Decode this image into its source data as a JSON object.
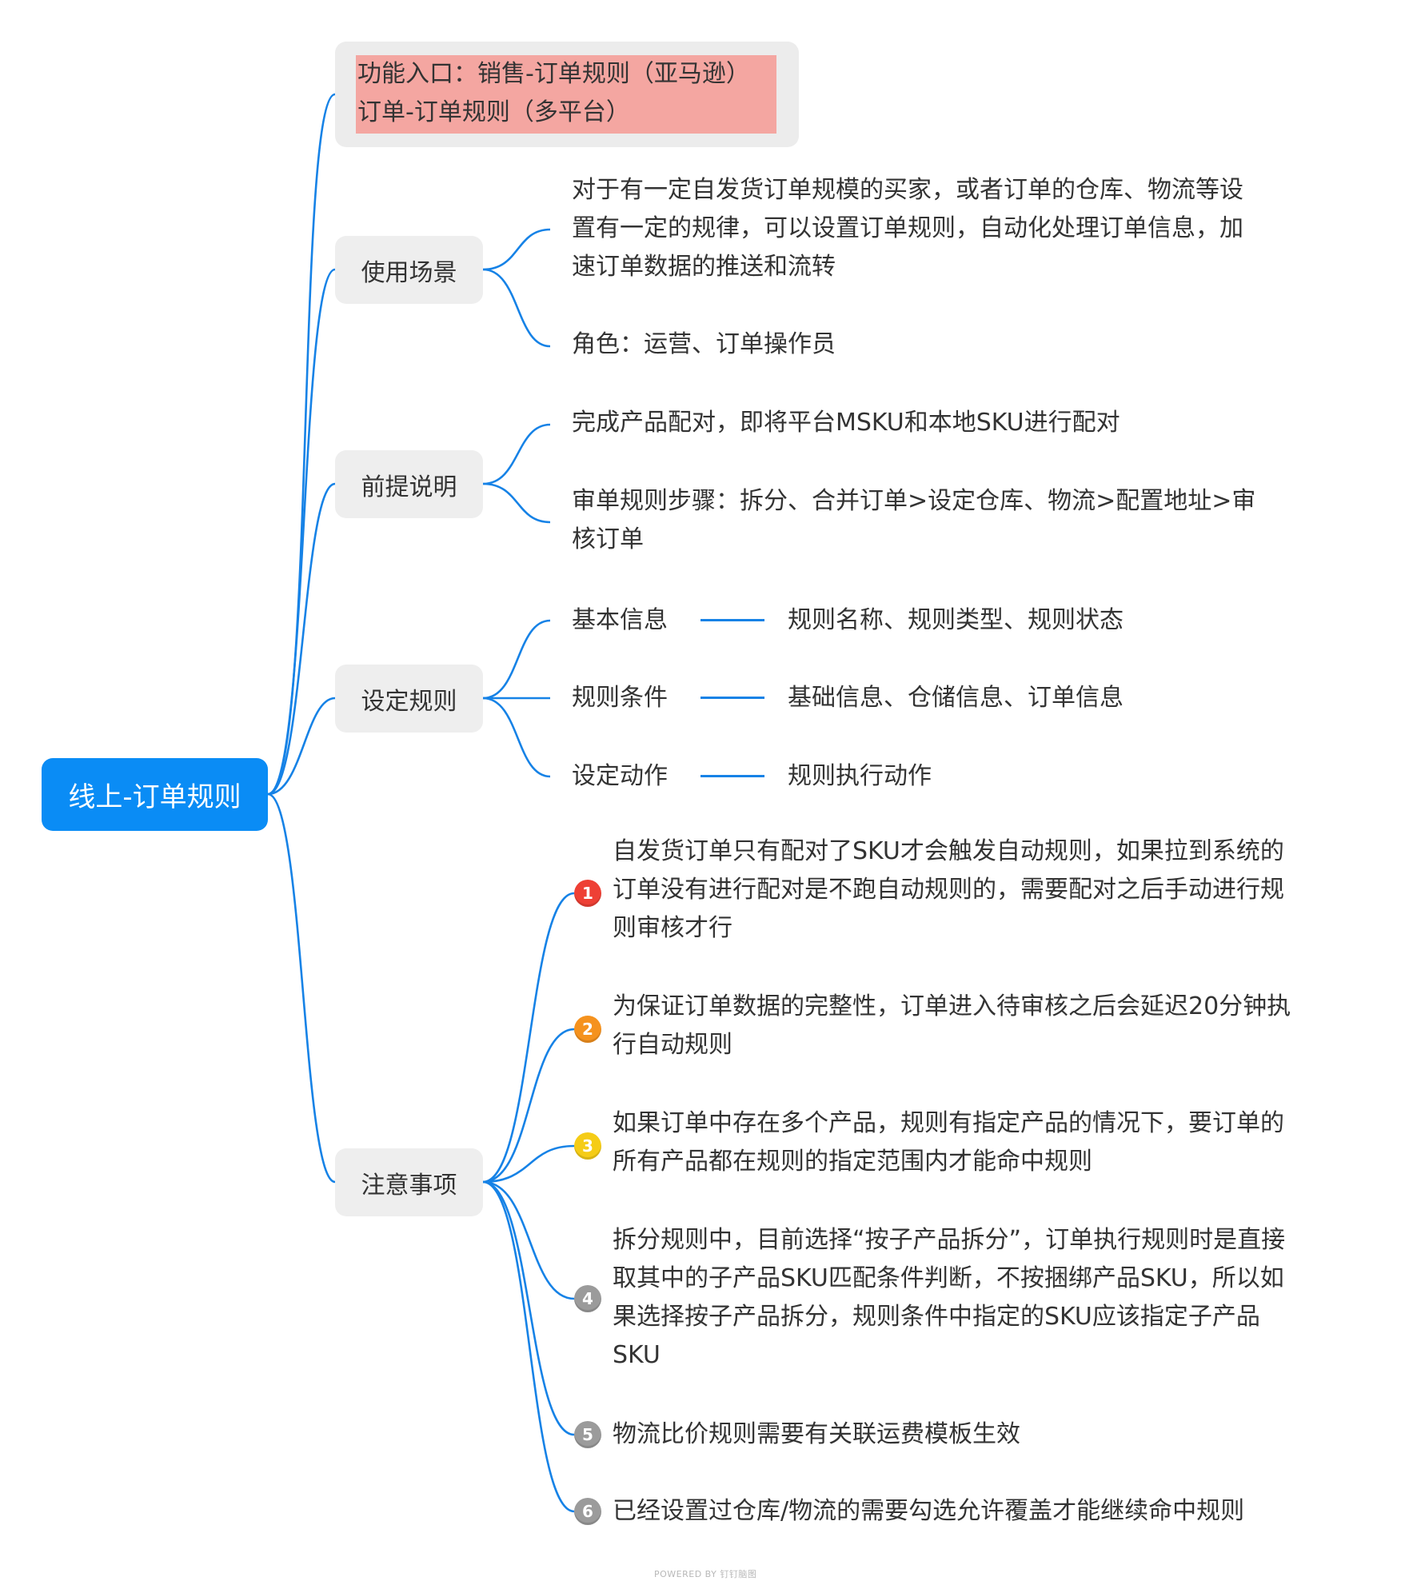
{
  "root": {
    "label": "线上-订单规则"
  },
  "entry": {
    "lines": [
      "功能入口：销售-订单规则（亚马逊）",
      "订单-订单规则（多平台）"
    ]
  },
  "scenario": {
    "label": "使用场景",
    "items": [
      [
        "对于有一定自发货订单规模的买家，或者订单的仓库、物流等设",
        "置有一定的规律，可以设置订单规则，自动化处理订单信息，加",
        "速订单数据的推送和流转"
      ],
      [
        "角色：运营、订单操作员"
      ]
    ]
  },
  "premise": {
    "label": "前提说明",
    "items": [
      [
        "完成产品配对，即将平台MSKU和本地SKU进行配对"
      ],
      [
        "审单规则步骤：拆分、合并订单>设定仓库、物流>配置地址>审",
        "核订单"
      ]
    ]
  },
  "rules": {
    "label": "设定规则",
    "items": [
      {
        "name": "基本信息",
        "detail": "规则名称、规则类型、规则状态"
      },
      {
        "name": "规则条件",
        "detail": "基础信息、仓储信息、订单信息"
      },
      {
        "name": "设定动作",
        "detail": "规则执行动作"
      }
    ]
  },
  "notes": {
    "label": "注意事项",
    "items": [
      {
        "badge": "1",
        "color": "#ee4035",
        "lines": [
          "自发货订单只有配对了SKU才会触发自动规则，如果拉到系统的",
          "订单没有进行配对是不跑自动规则的，需要配对之后手动进行规",
          "则审核才行"
        ]
      },
      {
        "badge": "2",
        "color": "#f5921e",
        "lines": [
          "为保证订单数据的完整性，订单进入待审核之后会延迟20分钟执",
          "行自动规则"
        ]
      },
      {
        "badge": "3",
        "color": "#f5cc16",
        "lines": [
          "如果订单中存在多个产品，规则有指定产品的情况下，要订单的",
          "所有产品都在规则的指定范围内才能命中规则"
        ]
      },
      {
        "badge": "4",
        "color": "#9b9b9b",
        "lines": [
          "拆分规则中，目前选择“按子产品拆分”，订单执行规则时是直接",
          "取其中的子产品SKU匹配条件判断，不按捆绑产品SKU，所以如",
          "果选择按子产品拆分，规则条件中指定的SKU应该指定子产品",
          "SKU"
        ]
      },
      {
        "badge": "5",
        "color": "#9b9b9b",
        "lines": [
          "物流比价规则需要有关联运费模板生效"
        ]
      },
      {
        "badge": "6",
        "color": "#9b9b9b",
        "lines": [
          "已经设置过仓库/物流的需要勾选允许覆盖才能继续命中规则"
        ]
      }
    ]
  },
  "footer": "POWERED BY 钉钉脑图"
}
